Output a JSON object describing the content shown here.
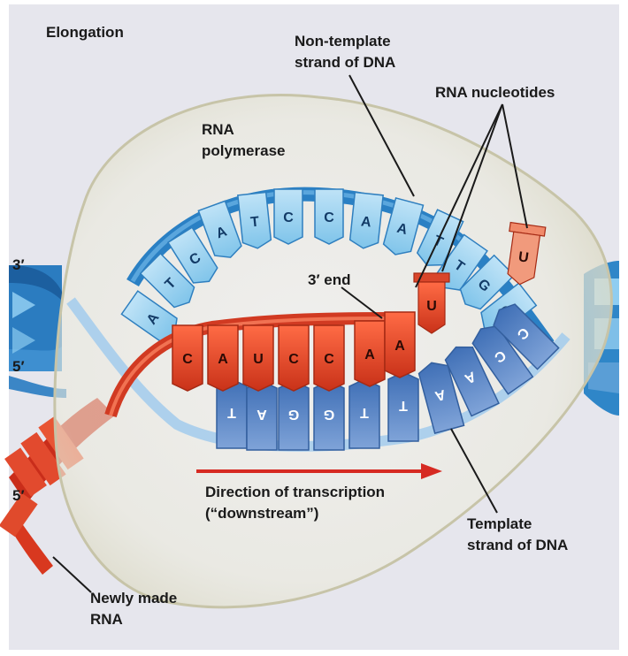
{
  "title": "Elongation",
  "labels": {
    "non_template": [
      "Non-template",
      "strand of DNA"
    ],
    "rna_nucleotides": "RNA nucleotides",
    "rna_polymerase": [
      "RNA",
      "polymerase"
    ],
    "three_prime_end": "3′ end",
    "direction": [
      "Direction of transcription",
      "(“downstream”)"
    ],
    "template": [
      "Template",
      "strand of DNA"
    ],
    "newly_made_rna": [
      "Newly made",
      "RNA"
    ],
    "end_3_top": "3′",
    "end_5_mid": "5′",
    "end_5_bottom": "5′"
  },
  "non_template_bases": [
    "A",
    "T",
    "C",
    "A",
    "T",
    "C",
    "C",
    "A",
    "A",
    "T",
    "T",
    "G",
    "G"
  ],
  "template_bases": [
    "T",
    "A",
    "G",
    "G",
    "T",
    "T",
    "A",
    "A",
    "C",
    "C"
  ],
  "rna_bases": [
    "C",
    "A",
    "U",
    "C",
    "C",
    "A",
    "A"
  ],
  "free_nucleotides": [
    "U",
    "U"
  ],
  "colors": {
    "background": "#e8e8ee",
    "polymerase": "#efeee2",
    "non_template_strand": "#7cc3ea",
    "template_strand": "#4f7fc3",
    "rna": "#d93a25",
    "arrow": "#d62a22"
  }
}
